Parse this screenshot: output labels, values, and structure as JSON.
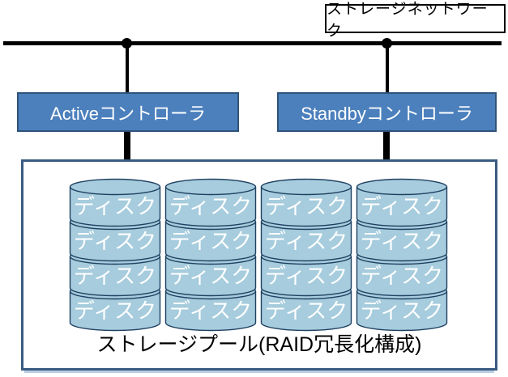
{
  "network": {
    "label": "ストレージネットワーク"
  },
  "controllers": {
    "active": "Activeコントローラ",
    "standby": "Standbyコントローラ"
  },
  "pool": {
    "label": "ストレージプール(RAID冗長化構成)",
    "disk_label": "ディスク",
    "columns": 4,
    "rows": 4
  },
  "colors": {
    "controller_fill": "#4C80BD",
    "controller_border": "#2E5379",
    "pool_border": "#3A5B82",
    "disk_fill": "#A6CCDD",
    "disk_stroke": "#1F4061",
    "line": "#000000"
  }
}
